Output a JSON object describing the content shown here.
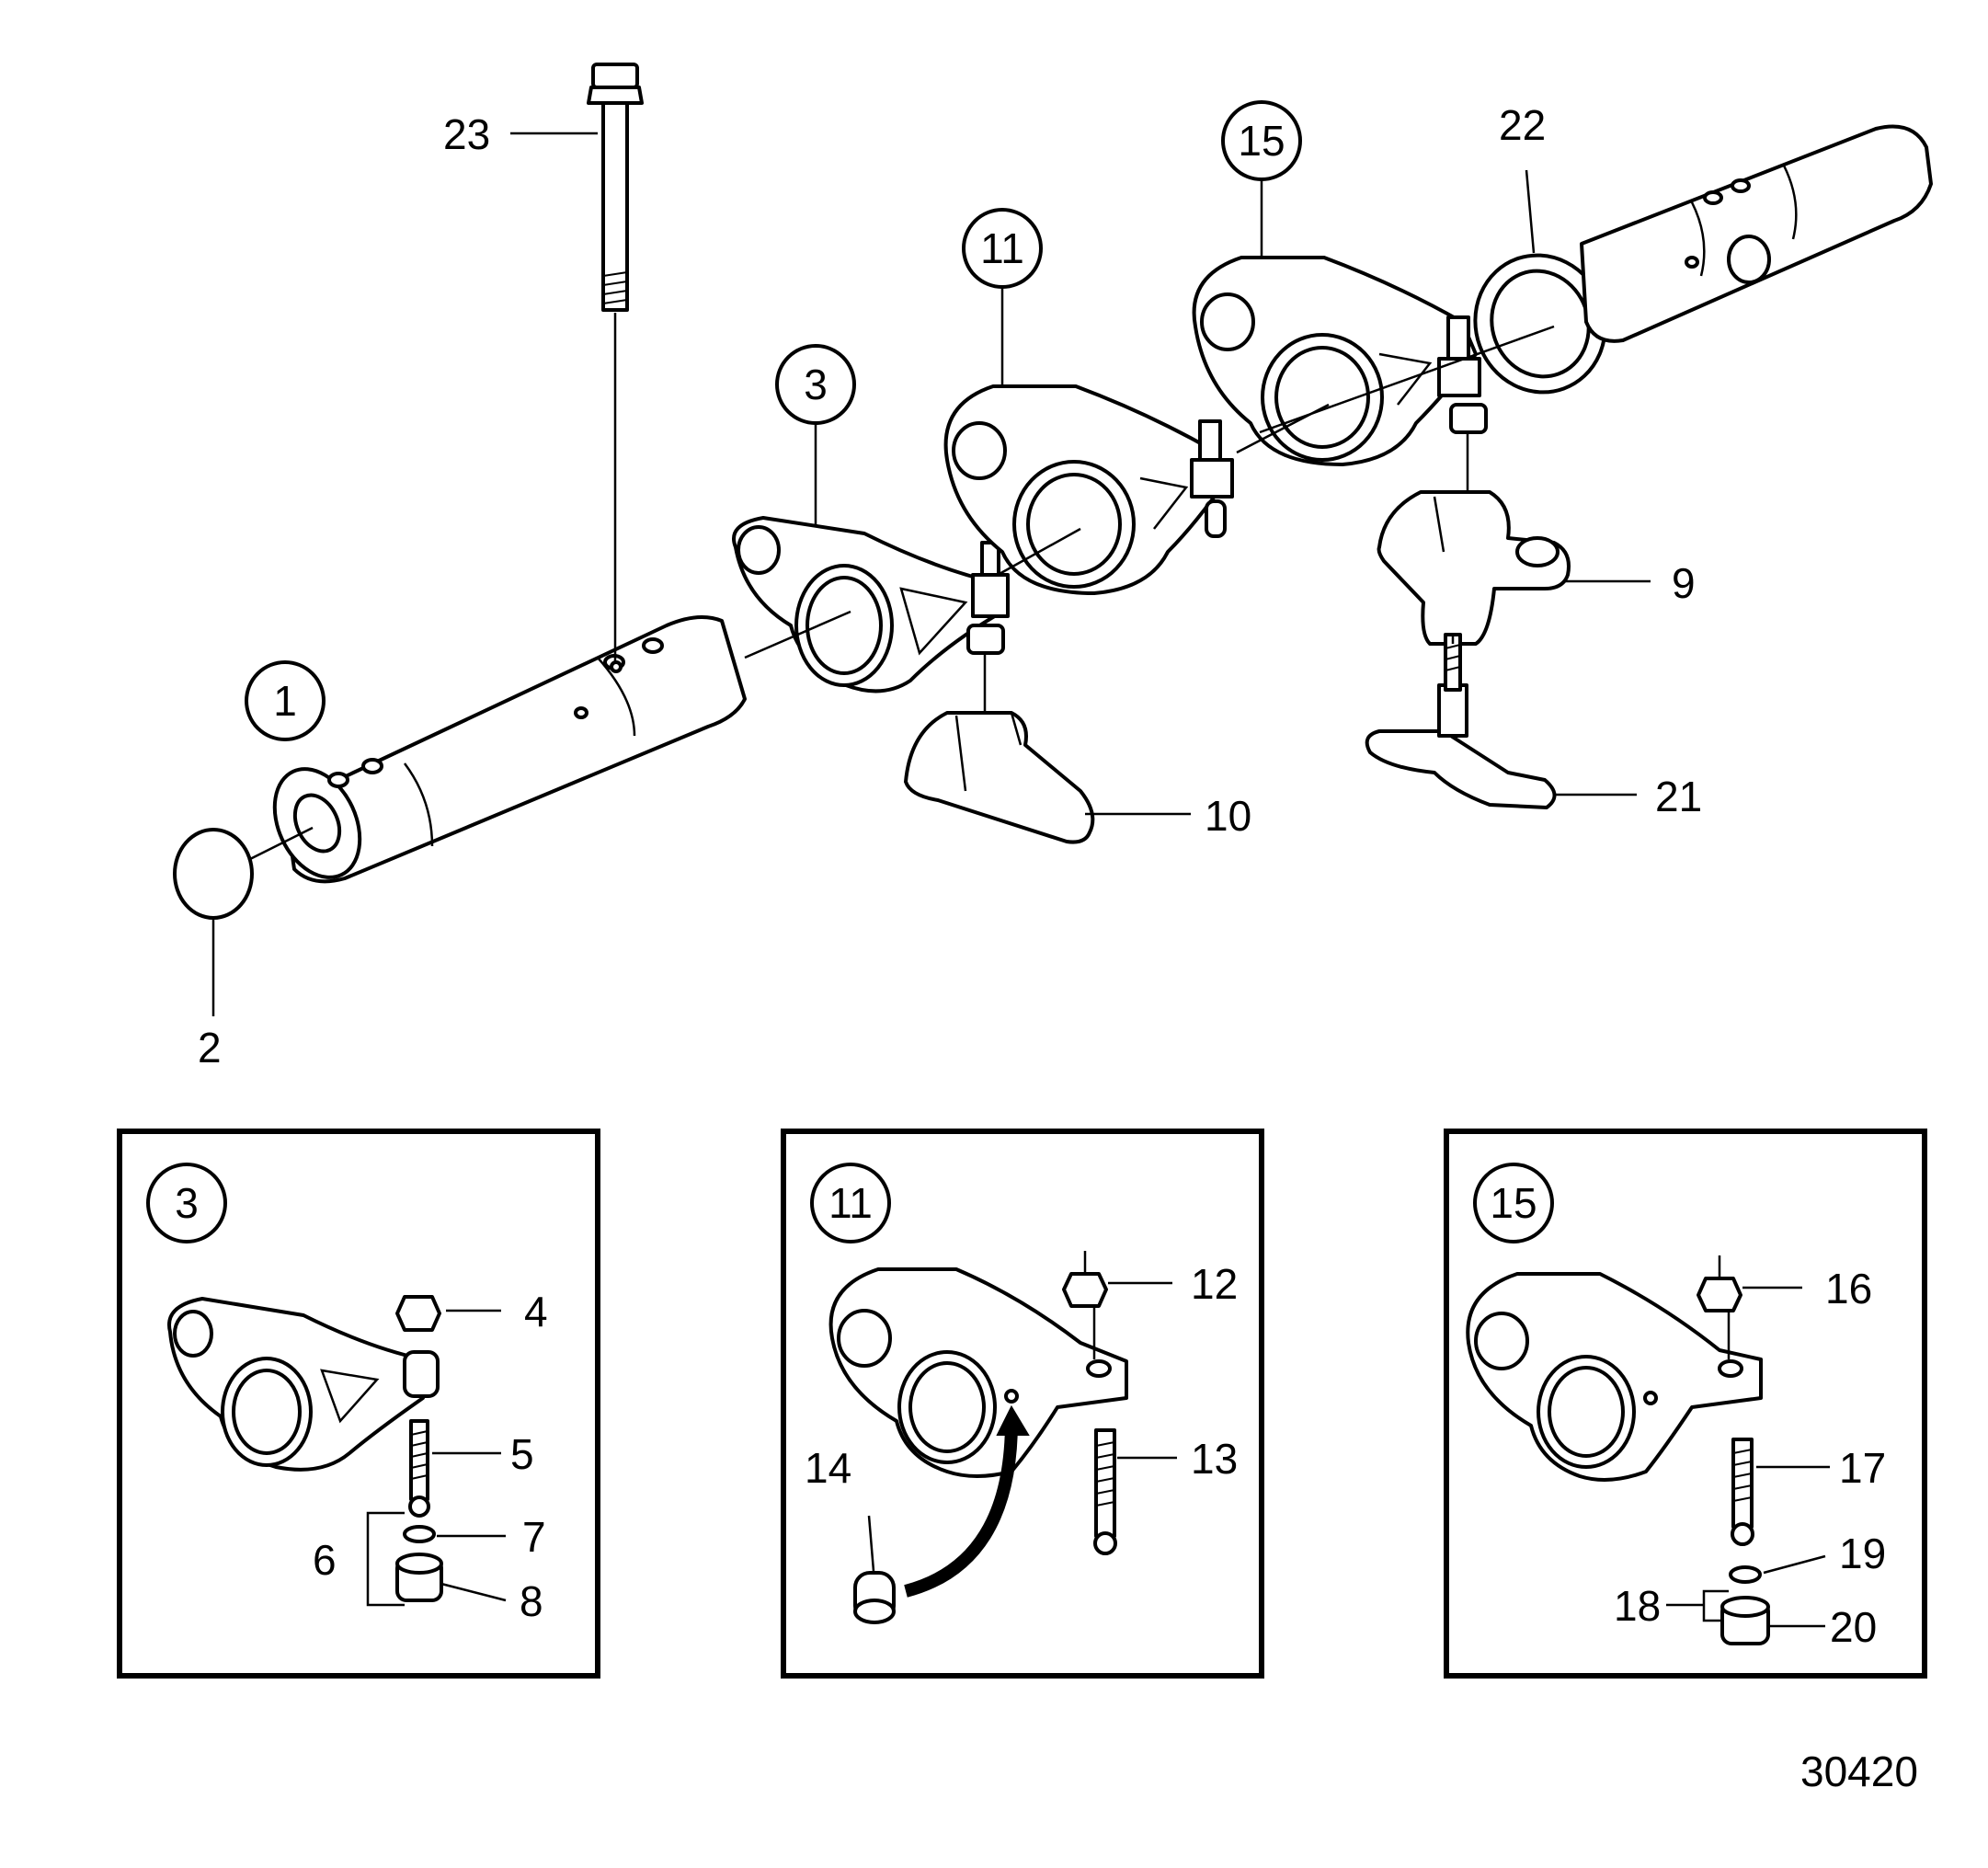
{
  "drawing_number": "30420",
  "callouts": {
    "circled_main": [
      "1",
      "3",
      "11",
      "15"
    ],
    "plain_main": [
      "2",
      "9",
      "10",
      "21",
      "22",
      "23"
    ],
    "inset_a": {
      "circle": "3",
      "labels": [
        "4",
        "5",
        "6",
        "7",
        "8"
      ]
    },
    "inset_b": {
      "circle": "11",
      "labels": [
        "12",
        "13",
        "14"
      ]
    },
    "inset_c": {
      "circle": "15",
      "labels": [
        "16",
        "17",
        "18",
        "19",
        "20"
      ]
    }
  }
}
